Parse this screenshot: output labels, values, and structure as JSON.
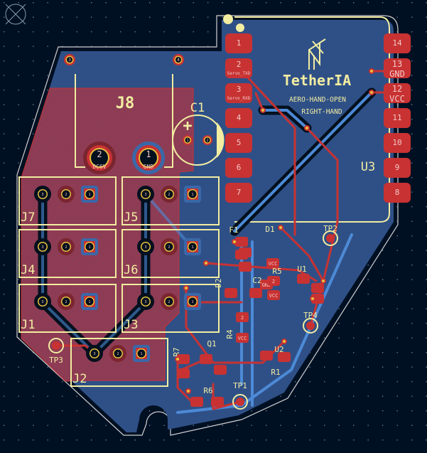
{
  "colors": {
    "background": "#001023",
    "front_copper": "#c83232",
    "back_copper": "#4d8ad6",
    "back_fill": "#2f5087",
    "front_fill": "#8c3c55",
    "silkscreen": "#f2eda1",
    "edge_cuts": "#d0d0d0"
  },
  "u3": {
    "ref": "U3",
    "left_pins": [
      {
        "num": "1",
        "net": ""
      },
      {
        "num": "2",
        "net": "Servo_TXD"
      },
      {
        "num": "3",
        "net": "Servo_RXD"
      },
      {
        "num": "4",
        "net": ""
      },
      {
        "num": "5",
        "net": ""
      },
      {
        "num": "6",
        "net": ""
      },
      {
        "num": "7",
        "net": ""
      }
    ],
    "right_pins": [
      {
        "num": "14",
        "net": ""
      },
      {
        "num": "13",
        "net": "GND"
      },
      {
        "num": "12",
        "net": "VCC"
      },
      {
        "num": "11",
        "net": ""
      },
      {
        "num": "10",
        "net": ""
      },
      {
        "num": "9",
        "net": ""
      },
      {
        "num": "8",
        "net": ""
      }
    ]
  },
  "logo": {
    "brand": "TetherIA",
    "line1": "AERO-HAND-OPEN",
    "line2": "RIGHT-HAND"
  },
  "j8": {
    "ref": "J8",
    "pin2": "2",
    "pin2_net": "DC6V",
    "pin1": "1",
    "pin1_net": "GND",
    "pin3": "3",
    "pin4": "4"
  },
  "c1": {
    "ref": "C1",
    "plus": "+",
    "pin1": "1",
    "pin2": "2"
  },
  "connectors": [
    {
      "ref": "J7"
    },
    {
      "ref": "J5"
    },
    {
      "ref": "J4"
    },
    {
      "ref": "J6"
    },
    {
      "ref": "J1"
    },
    {
      "ref": "J3"
    },
    {
      "ref": "J2"
    }
  ],
  "pin_numbers": [
    "3",
    "2",
    "1"
  ],
  "test_points": [
    {
      "ref": "TP1"
    },
    {
      "ref": "TP2"
    },
    {
      "ref": "TP3"
    },
    {
      "ref": "TP4"
    }
  ],
  "parts": [
    {
      "ref": "F1"
    },
    {
      "ref": "D1"
    },
    {
      "ref": "D2"
    },
    {
      "ref": "R5"
    },
    {
      "ref": "U1"
    },
    {
      "ref": "C2"
    },
    {
      "ref": "R4"
    },
    {
      "ref": "U2"
    },
    {
      "ref": "R1"
    },
    {
      "ref": "Q1"
    },
    {
      "ref": "R7"
    },
    {
      "ref": "R6"
    }
  ],
  "pad_nets": {
    "vcc": "VCC",
    "gnd": "GND",
    "one": "1",
    "two": "2"
  }
}
